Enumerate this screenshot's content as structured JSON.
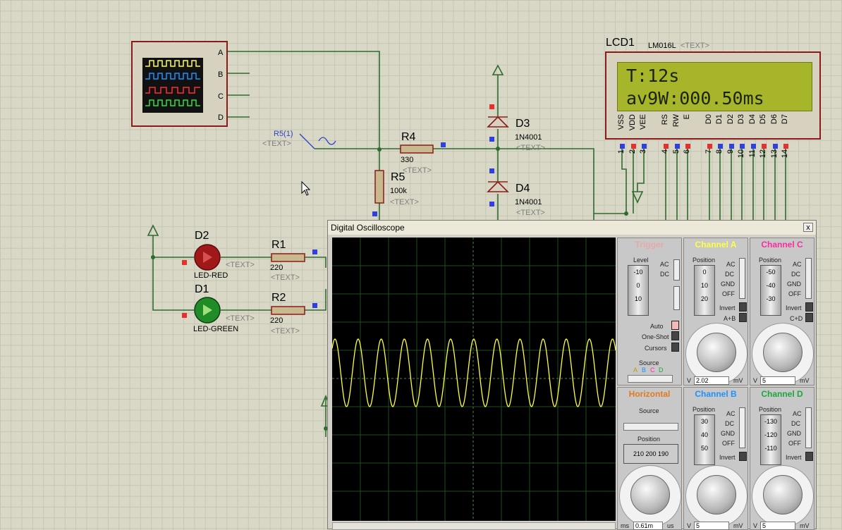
{
  "schematic": {
    "scope_pins": [
      "A",
      "B",
      "C",
      "D"
    ],
    "r5_1": {
      "ref": "R5(1)",
      "text": "<TEXT>"
    },
    "r4": {
      "ref": "R4",
      "value": "330",
      "text": "<TEXT>"
    },
    "r5": {
      "ref": "R5",
      "value": "100k",
      "text": "<TEXT>"
    },
    "d3": {
      "ref": "D3",
      "value": "1N4001",
      "text": "<TEXT>"
    },
    "d4": {
      "ref": "D4",
      "value": "1N4001",
      "text": "<TEXT>"
    },
    "d2": {
      "ref": "D2",
      "value": "LED-RED",
      "text": "<TEXT>"
    },
    "d1": {
      "ref": "D1",
      "value": "LED-GREEN",
      "text": "<TEXT>"
    },
    "r1": {
      "ref": "R1",
      "value": "220",
      "text": "<TEXT>"
    },
    "r2": {
      "ref": "R2",
      "value": "220",
      "text": "<TEXT>"
    },
    "lcd": {
      "ref": "LCD1",
      "model": "LM016L",
      "text": "<TEXT>",
      "line1": "T:12s",
      "line2": "av9W:000.50ms",
      "pins": [
        "VSS",
        "VDD",
        "VEE",
        "RS",
        "RW",
        "E",
        "D0",
        "D1",
        "D2",
        "D3",
        "D4",
        "D5",
        "D6",
        "D7"
      ],
      "pin_numbers": [
        "1",
        "2",
        "3",
        "4",
        "5",
        "6",
        "7",
        "8",
        "9",
        "10",
        "11",
        "12",
        "13",
        "14"
      ]
    }
  },
  "oscilloscope": {
    "title": "Digital Oscilloscope",
    "close": "x",
    "trigger": {
      "title": "Trigger",
      "level": "Level",
      "ac": "AC",
      "dc": "DC",
      "auto": "Auto",
      "one_shot": "One-Shot",
      "cursors": "Cursors",
      "source": "Source",
      "source_letters": [
        "A",
        "B",
        "C",
        "D"
      ],
      "scale": [
        "-10",
        "0",
        "10"
      ]
    },
    "channel_a": {
      "title": "Channel A",
      "position": "Position",
      "modes": [
        "AC",
        "DC",
        "GND",
        "OFF"
      ],
      "invert": "Invert",
      "ab": "A+B",
      "scale": [
        "0",
        "10",
        "20"
      ],
      "volts": "2.02",
      "unit_v": "V",
      "unit_mv": "mV"
    },
    "channel_c": {
      "title": "Channel C",
      "position": "Position",
      "modes": [
        "AC",
        "DC",
        "GND",
        "OFF"
      ],
      "invert": "Invert",
      "cd": "C+D",
      "scale": [
        "-50",
        "-40",
        "-30"
      ],
      "volts": "5",
      "unit_v": "V",
      "unit_mv": "mV"
    },
    "horizontal": {
      "title": "Horizontal",
      "source": "Source",
      "position": "Position",
      "pos_scale": "210 200 190",
      "time": "0.61m",
      "unit_ms": "ms",
      "unit_us": "us"
    },
    "channel_b": {
      "title": "Channel B",
      "position": "Position",
      "modes": [
        "AC",
        "DC",
        "GND",
        "OFF"
      ],
      "invert": "Invert",
      "scale": [
        "30",
        "40",
        "50"
      ],
      "volts": "5",
      "unit_v": "V",
      "unit_mv": "mV"
    },
    "channel_d": {
      "title": "Channel D",
      "position": "Position",
      "modes": [
        "AC",
        "DC",
        "GND",
        "OFF"
      ],
      "invert": "Invert",
      "scale": [
        "-130",
        "-120",
        "-110"
      ],
      "volts": "5",
      "unit_v": "V",
      "unit_mv": "mV"
    },
    "colors": {
      "a": "#ffff40",
      "b": "#1e90ff",
      "c": "#ff2aa0",
      "d": "#1aa83a",
      "trigger": "#e8a8a8",
      "horizontal": "#e07a1f"
    }
  }
}
